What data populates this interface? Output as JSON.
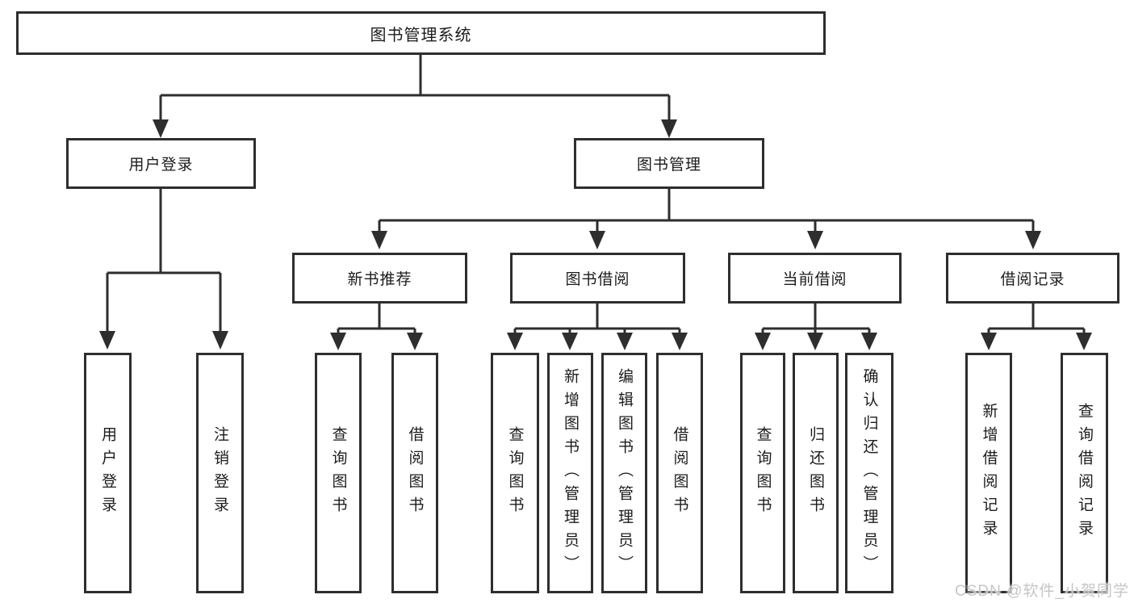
{
  "root": {
    "label": "图书管理系统"
  },
  "tree": {
    "login": {
      "label": "用户登录",
      "children": [
        {
          "label": "用户登录"
        },
        {
          "label": "注销登录"
        }
      ]
    },
    "management": {
      "label": "图书管理",
      "modules": [
        {
          "label": "新书推荐",
          "children": [
            {
              "label": "查询图书"
            },
            {
              "label": "借阅图书"
            }
          ]
        },
        {
          "label": "图书借阅",
          "children": [
            {
              "label": "查询图书"
            },
            {
              "label": "新增图书（管理员）"
            },
            {
              "label": "编辑图书（管理员）"
            },
            {
              "label": "借阅图书"
            }
          ]
        },
        {
          "label": "当前借阅",
          "children": [
            {
              "label": "查询图书"
            },
            {
              "label": "归还图书"
            },
            {
              "label": "确认归还（管理员）"
            }
          ]
        },
        {
          "label": "借阅记录",
          "children": [
            {
              "label": "新增借阅记录"
            },
            {
              "label": "查询借阅记录"
            }
          ]
        }
      ]
    }
  },
  "watermark": {
    "text": "CSDN @软件_小贺同学"
  },
  "colors": {
    "line": "#2e2e2e",
    "text": "#1c1c1c",
    "box_background": "#ffffff",
    "watermark_text": "#c6c6c6"
  }
}
